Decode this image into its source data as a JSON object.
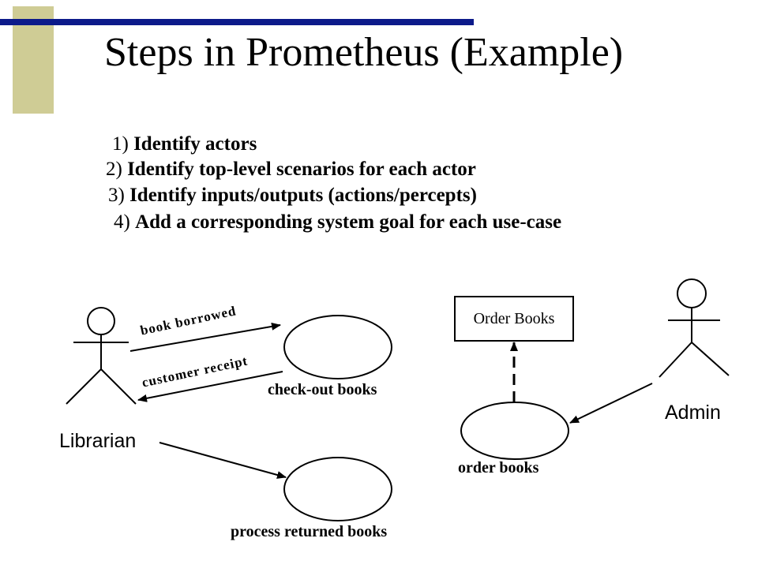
{
  "title": "Steps in Prometheus (Example)",
  "steps": [
    {
      "num": "1)",
      "text": "Identify actors"
    },
    {
      "num": "2)",
      "text": "Identify top-level scenarios for each actor"
    },
    {
      "num": "3)",
      "text": "Identify inputs/outputs (actions/percepts)"
    },
    {
      "num": "4)",
      "text": "Add a corresponding system goal for each use-case"
    }
  ],
  "diagram": {
    "actors": {
      "librarian": "Librarian",
      "admin": "Admin"
    },
    "use_cases": {
      "checkout": "check-out books",
      "returned": "process returned books",
      "order": "order books"
    },
    "goal_box": "Order Books",
    "arrow_labels": {
      "borrowed": "book borrowed",
      "receipt": "customer receipt"
    }
  },
  "colors": {
    "accent_bar": "#0c1a8a",
    "accent_block": "#cfcc95"
  }
}
